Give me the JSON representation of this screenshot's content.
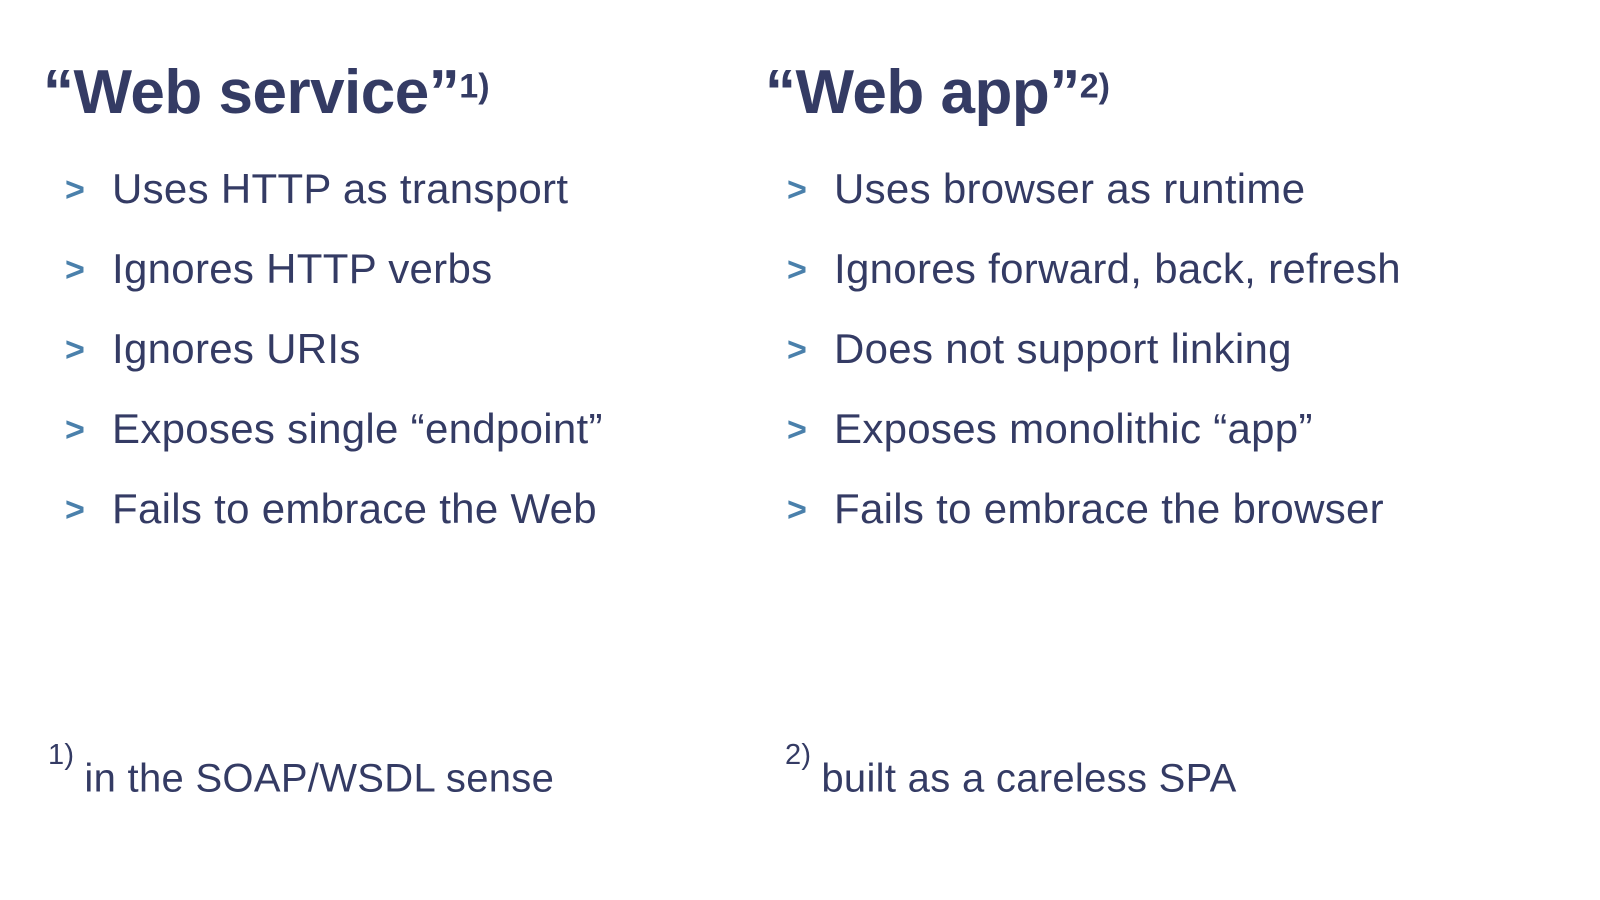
{
  "slide": {
    "bullet_marker": ">",
    "colors": {
      "background": "#ffffff",
      "text": "#343b64",
      "marker": "#4a80ab"
    },
    "columns": [
      {
        "title": "“Web service”",
        "footnote_ref": "1)",
        "bullets": [
          "Uses HTTP as transport",
          "Ignores HTTP verbs",
          "Ignores URIs",
          "Exposes single “endpoint”",
          "Fails to embrace the Web"
        ],
        "footnote_marker": "1)",
        "footnote_text": "in the SOAP/WSDL sense"
      },
      {
        "title": "“Web app”",
        "footnote_ref": "2)",
        "bullets": [
          "Uses browser as runtime",
          "Ignores forward, back, refresh",
          "Does not support linking",
          "Exposes monolithic “app”",
          "Fails to embrace the browser"
        ],
        "footnote_marker": "2)",
        "footnote_text": "built as a careless SPA"
      }
    ]
  }
}
